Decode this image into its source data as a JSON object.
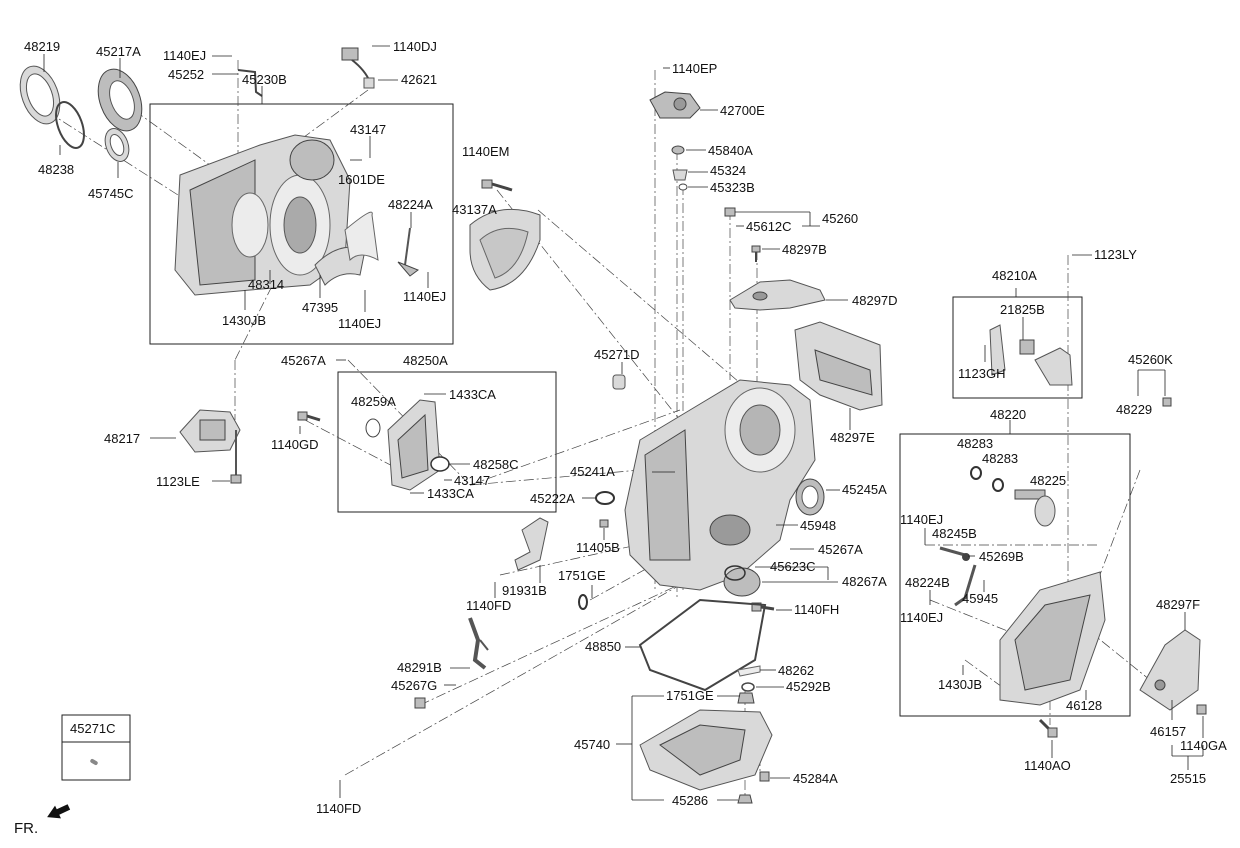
{
  "labels": {
    "p48219": "48219",
    "p45217A": "45217A",
    "p1140EJ_a": "1140EJ",
    "p45252": "45252",
    "p45230B": "45230B",
    "p1140DJ": "1140DJ",
    "p42621": "42621",
    "p48238": "48238",
    "p45745C": "45745C",
    "p43147_a": "43147",
    "p1601DE": "1601DE",
    "p48224A": "48224A",
    "p48314": "48314",
    "p1430JB_a": "1430JB",
    "p47395": "47395",
    "p1140EJ_b": "1140EJ",
    "p1140EJ_c": "1140EJ",
    "p1140EM": "1140EM",
    "p43137A": "43137A",
    "p1140EP": "1140EP",
    "p42700E": "42700E",
    "p45840A": "45840A",
    "p45324": "45324",
    "p45323B": "45323B",
    "p45612C": "45612C",
    "p45260": "45260",
    "p48297B": "48297B",
    "p48297D": "48297D",
    "p1123LY": "1123LY",
    "p48210A": "48210A",
    "p21825B": "21825B",
    "p1123GH": "1123GH",
    "p45260K": "45260K",
    "p48229": "48229",
    "p45267A_a": "45267A",
    "p48250A": "48250A",
    "p1433CA_a": "1433CA",
    "p48259A": "48259A",
    "p48217": "48217",
    "p1140GD": "1140GD",
    "p48258C": "48258C",
    "p43147_b": "43147",
    "p1433CA_b": "1433CA",
    "p1123LE": "1123LE",
    "p45271D": "45271D",
    "p48297E": "48297E",
    "p48220": "48220",
    "p48283_a": "48283",
    "p48283_b": "48283",
    "p48225": "48225",
    "p45241A": "45241A",
    "p45245A": "45245A",
    "p45222A": "45222A",
    "p45948": "45948",
    "p11405B": "11405B",
    "p45267A_b": "45267A",
    "p1140EJ_d": "1140EJ",
    "p48245B": "48245B",
    "p45269B": "45269B",
    "p48224B": "48224B",
    "p45945": "45945",
    "p1140EJ_e": "1140EJ",
    "p45623C": "45623C",
    "p48267A": "48267A",
    "p1751GE_a": "1751GE",
    "p91931B": "91931B",
    "p1140FD_a": "1140FD",
    "p1140FH": "1140FH",
    "p48297F": "48297F",
    "p48850": "48850",
    "p48291B": "48291B",
    "p45267G": "45267G",
    "p48262": "48262",
    "p45292B": "45292B",
    "p1430JB_b": "1430JB",
    "p46128": "46128",
    "p1751GE_b": "1751GE",
    "p45740": "45740",
    "p46157": "46157",
    "p1140GA": "1140GA",
    "p45271C": "45271C",
    "p45284A": "45284A",
    "p1140AO": "1140AO",
    "p25515": "25515",
    "p45286": "45286",
    "p1140FD_b": "1140FD",
    "fr": "FR."
  },
  "colors": {
    "part_fill": "#d9d9d9",
    "part_shade": "#bdbdbd",
    "line": "#222222"
  },
  "icons": {
    "front_direction": "arrow-icon"
  }
}
